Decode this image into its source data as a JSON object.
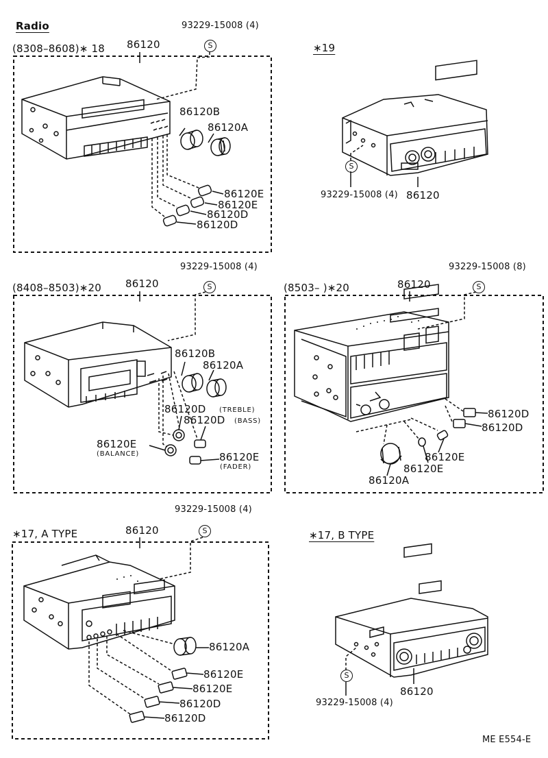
{
  "title": "Radio",
  "footer_code": "ME  E554-E",
  "panel_a": {
    "date_range": "(8308–8608)∗ 18",
    "part_number": "86120",
    "screw_part": "93229-15008 (4)",
    "screw_symbol": "S",
    "knob_b": "86120B",
    "knob_a": "86120A",
    "btn_e1": "86120E",
    "btn_e2": "86120E",
    "btn_d1": "86120D",
    "btn_d2": "86120D"
  },
  "panel_b": {
    "title": "∗19",
    "screw_part": "93229-15008 (4)",
    "screw_symbol": "S",
    "part_number": "86120"
  },
  "panel_c": {
    "date_range": "(8408–8503)∗20",
    "part_number": "86120",
    "screw_part": "93229-15008 (4)",
    "screw_symbol": "S",
    "knob_b": "86120B",
    "knob_a": "86120A",
    "treble_part": "86120D",
    "treble_note": "(TREBLE)",
    "bass_part": "86120D",
    "bass_note": "(BASS)",
    "balance_part": "86120E",
    "balance_note": "(BALANCE)",
    "fader_part": "86120E",
    "fader_note": "(FADER)"
  },
  "panel_d": {
    "date_range": "(8503–       )∗20",
    "part_number": "86120",
    "screw_part": "93229-15008 (8)",
    "screw_symbol": "S",
    "btn_d1": "86120D",
    "btn_d2": "86120D",
    "btn_e1": "86120E",
    "btn_e2": "86120E",
    "knob_a": "86120A"
  },
  "panel_e": {
    "title": "∗17, A  TYPE",
    "part_number": "86120",
    "screw_part": "93229-15008 (4)",
    "screw_symbol": "S",
    "knob_a": "86120A",
    "btn_e1": "86120E",
    "btn_e2": "86120E",
    "btn_d1": "86120D",
    "btn_d2": "86120D"
  },
  "panel_f": {
    "title": "∗17, B  TYPE",
    "screw_part": "93229-15008 (4)",
    "screw_symbol": "S",
    "part_number": "86120"
  }
}
